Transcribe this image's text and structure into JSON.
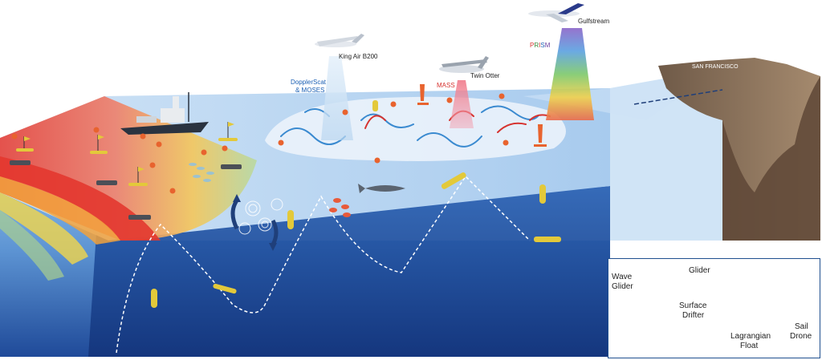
{
  "labels": {
    "gulfstream": "Gulfstream",
    "king_air": "King Air B200",
    "twin_otter": "Twin Otter",
    "dopplerscat_line1": "DopplerScat",
    "dopplerscat_line2": "& MOSES",
    "mass": "MASS",
    "prism": [
      "P",
      "R",
      "I",
      "S",
      "M"
    ],
    "san_francisco": "SAN FRANCISCO"
  },
  "legend": {
    "wave_glider_line1": "Wave",
    "wave_glider_line2": "Glider",
    "glider": "Glider",
    "surface_drifter_line1": "Surface",
    "surface_drifter_line2": "Drifter",
    "lagrangian_line1": "Lagrangian",
    "lagrangian_line2": "Float",
    "sail_drone_line1": "Sail",
    "sail_drone_line2": "Drone"
  },
  "colors": {
    "ocean_deep": "#1a3f8f",
    "ocean_mid": "#2f6cc0",
    "ocean_surface": "#a9cdef",
    "sst_warm": "#e8473c",
    "sst_orange": "#f39a3a",
    "sst_yellow": "#f6d24a",
    "sst_green": "#9cc98b",
    "land": "#8a6f5a",
    "instrument_yellow": "#e3c93a",
    "instrument_orange": "#e8632e",
    "legend_border": "#1f4f8f"
  },
  "prism_colors": [
    "#d6332f",
    "#3a8a3a",
    "#d6332f",
    "#1a5fb4",
    "#6a3fa0"
  ]
}
